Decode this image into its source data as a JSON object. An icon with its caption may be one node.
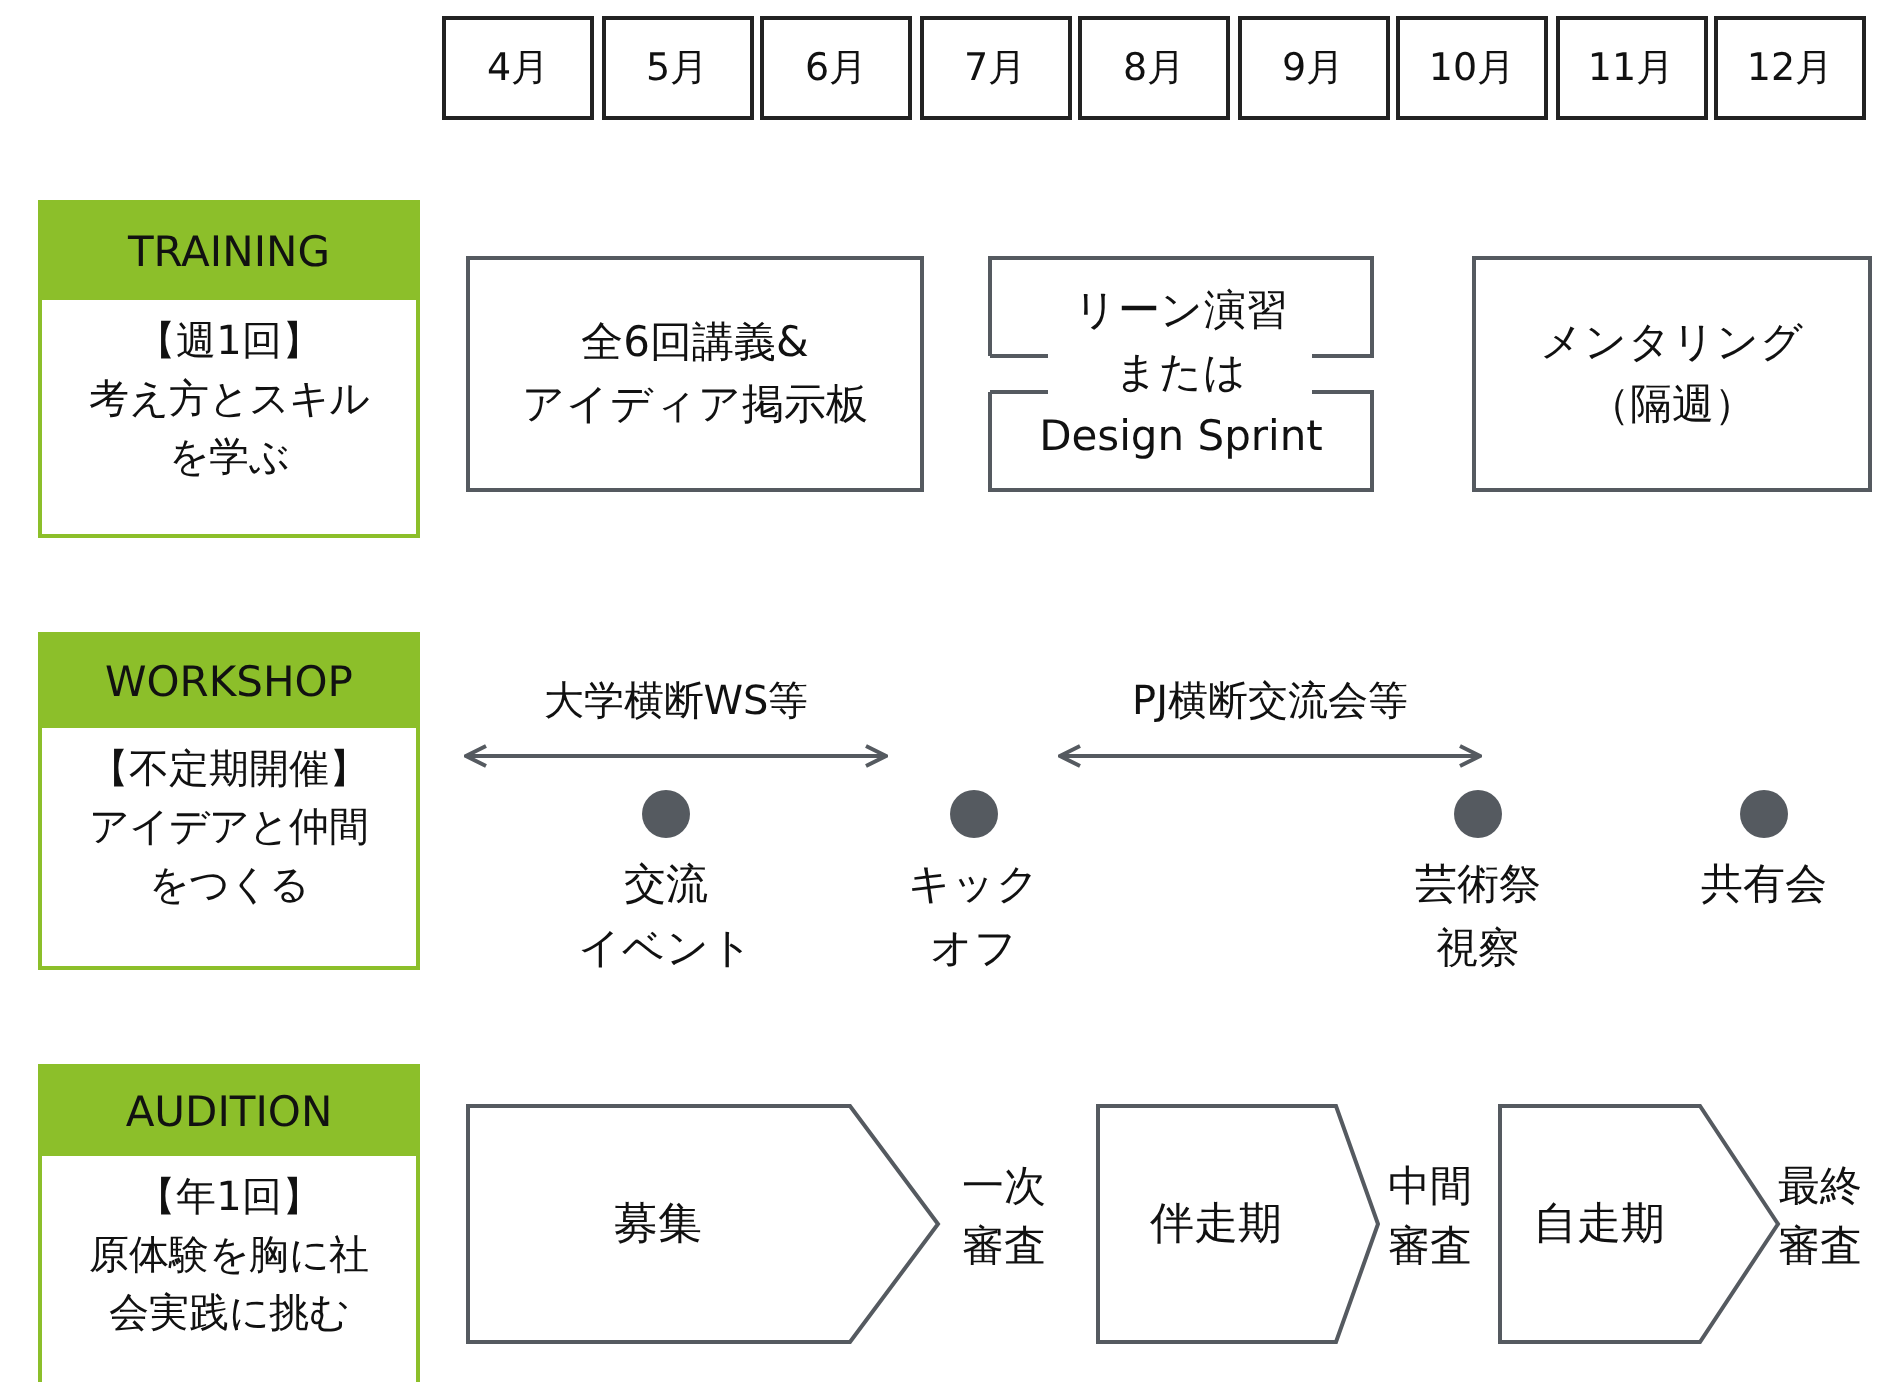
{
  "diagram": {
    "nodes": [
      {
        "text": [
          "4月"
        ]
      },
      {
        "text": [
          "5月"
        ]
      },
      {
        "text": [
          "6月"
        ]
      },
      {
        "text": [
          "7月"
        ]
      },
      {
        "text": [
          "8月"
        ]
      },
      {
        "text": [
          "9月"
        ]
      },
      {
        "text": [
          "10月"
        ]
      },
      {
        "text": [
          "11月"
        ]
      },
      {
        "text": [
          "12月"
        ]
      },
      {
        "text": [
          "TRAINING",
          "【週1回】考え方とスキルを学ぶ"
        ]
      },
      {
        "text": [
          "全6回講義&アイディア掲示板"
        ]
      },
      {
        "text": [
          "リーン演習またはDesign Sprint"
        ]
      },
      {
        "text": [
          "メンタリング（隔週）"
        ]
      },
      {
        "text": [
          "WORKSHOP",
          "【不定期開催】アイデアと仲間をつくる"
        ]
      },
      {
        "text": [],
        "shape": "circle",
        "beside": [
          "交流イベント"
        ]
      },
      {
        "text": [],
        "shape": "circle",
        "beside": [
          "キックオフ"
        ]
      },
      {
        "text": [],
        "shape": "circle",
        "beside": [
          "芸術祭視察"
        ]
      },
      {
        "text": [],
        "shape": "circle",
        "beside": [
          "共有会"
        ]
      },
      {
        "text": [
          "AUDITION",
          "【年1回】原体験を胸に社会実践に挑む"
        ]
      },
      {
        "text": [
          "募集"
        ]
      },
      {
        "text": [
          "伴走期"
        ]
      },
      {
        "text": [
          "自走期"
        ]
      }
    ],
    "labels": [
      "大学横断WS等",
      "PJ横断交流会等",
      "一次審査",
      "中間審査",
      "最終審査"
    ]
  }
}
